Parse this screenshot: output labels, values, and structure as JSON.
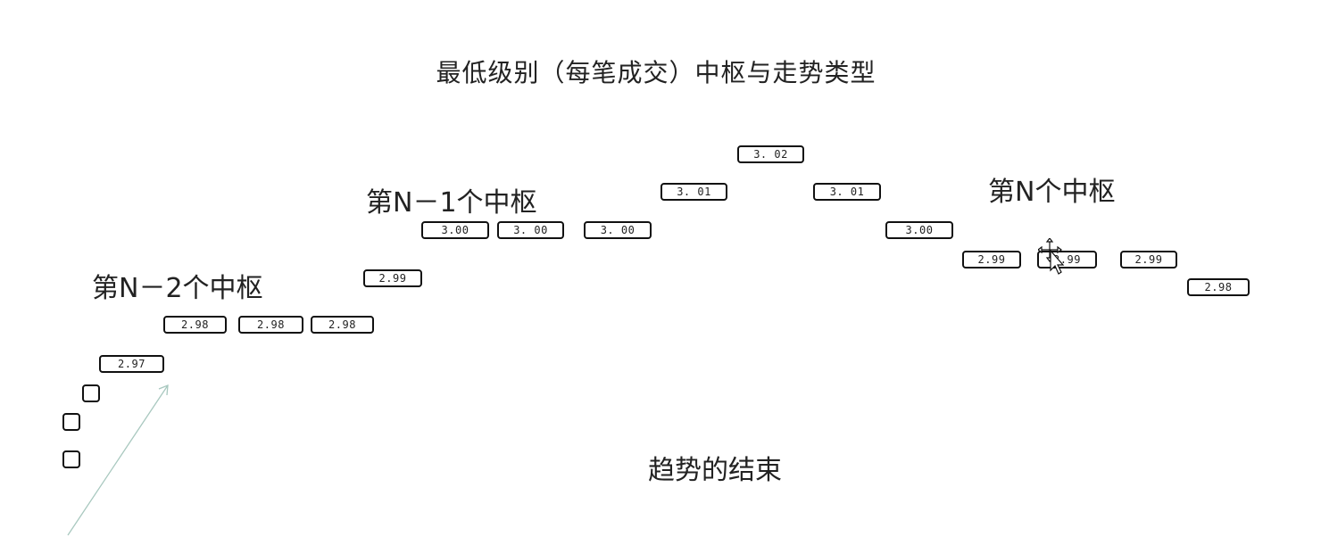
{
  "title": "最低级别（每笔成交）中枢与走势类型",
  "labels": {
    "center_n2": "第N－2个中枢",
    "center_n1": "第N－1个中枢",
    "center_n": "第N个中枢",
    "trend_end": "趋势的结束"
  },
  "boxes": [
    {
      "text": "2.97"
    },
    {
      "text": "2.98"
    },
    {
      "text": "2.98"
    },
    {
      "text": "2.98"
    },
    {
      "text": "2.99"
    },
    {
      "text": "3.00"
    },
    {
      "text": "3. 00"
    },
    {
      "text": "3. 00"
    },
    {
      "text": "3. 01"
    },
    {
      "text": "3. 02"
    },
    {
      "text": "3. 01"
    },
    {
      "text": "3.00"
    },
    {
      "text": "2.99"
    },
    {
      "text": "2.99"
    },
    {
      "text": "2.99"
    },
    {
      "text": "2.98"
    }
  ]
}
